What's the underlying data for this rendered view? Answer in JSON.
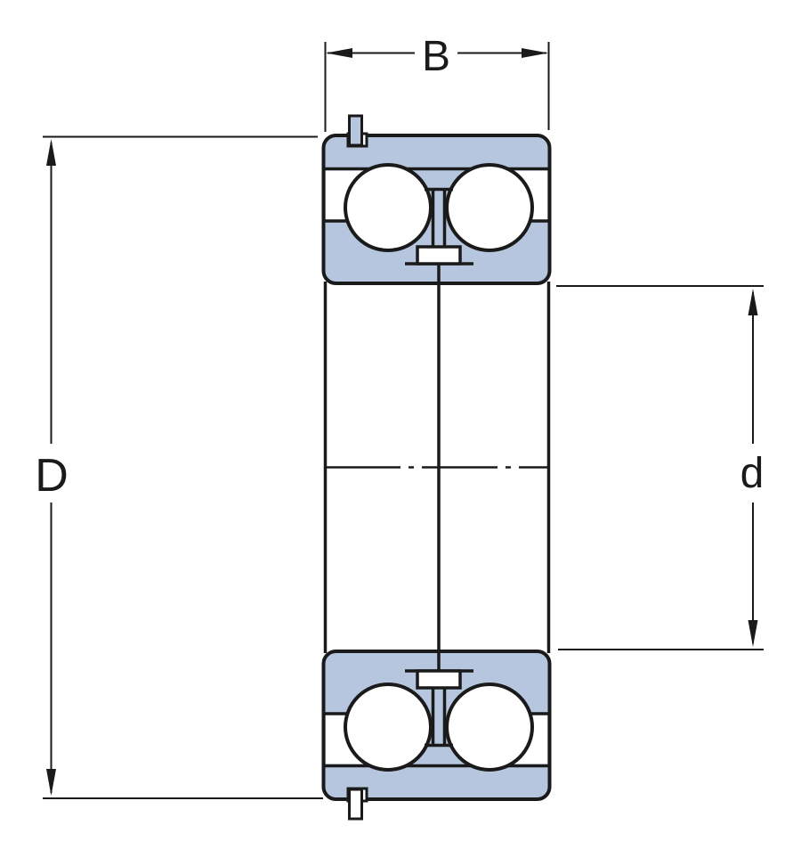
{
  "diagram": {
    "kind": "bearing-cross-section-drawing",
    "labels": {
      "width": "B",
      "outer_diameter": "D",
      "bore_diameter": "d"
    },
    "colors": {
      "ring_fill": "#b5c6de",
      "line": "#1a1a1a",
      "background": "#ffffff"
    }
  }
}
